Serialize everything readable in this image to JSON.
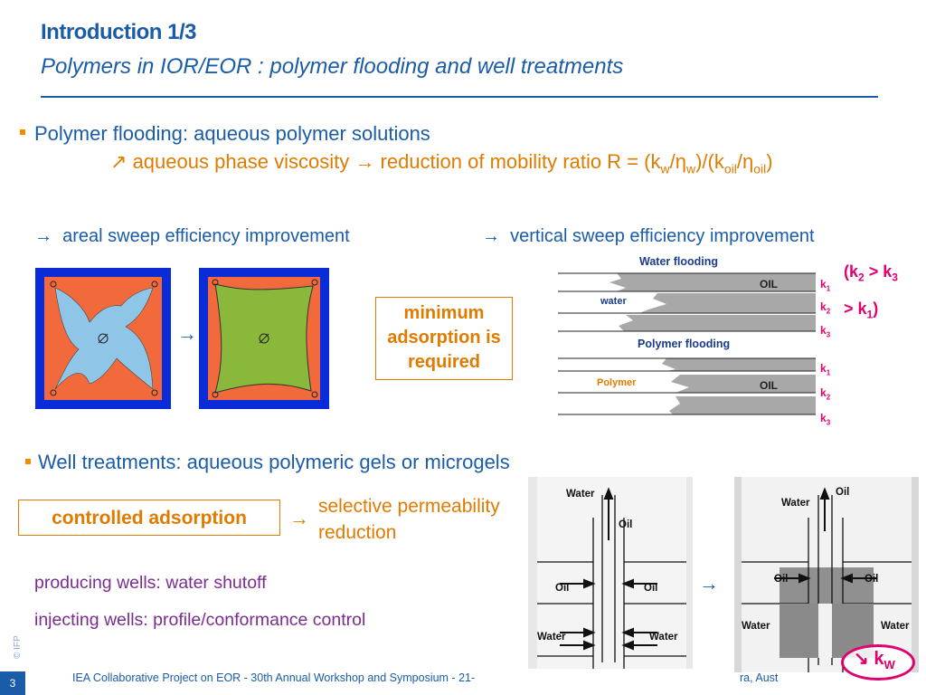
{
  "title": "Introduction 1/3",
  "subtitle": "Polymers in IOR/EOR : polymer flooding and well treatments",
  "section1": {
    "bullet": "Polymer flooding: aqueous polymer solutions",
    "line2_arrow": "↗",
    "line2_a": "aqueous phase viscosity",
    "line2_arrow2": "→",
    "line2_b": "reduction of mobility ratio R = (k",
    "sub_w": "w",
    "slash_eta": "/η",
    "sub_w2": "w",
    "mid": ")/(k",
    "sub_oil": "oil",
    "slash_eta2": "/η",
    "sub_oil2": "oil",
    "close": ")"
  },
  "sweep": {
    "areal": "areal sweep efficiency improvement",
    "vertical": "vertical sweep efficiency improvement",
    "arrow": "→"
  },
  "min_adsorption": "minimum adsorption is required",
  "kcond": {
    "a": "(k",
    "s2": "2",
    "b": " > k",
    "s3": "3",
    "c": "> k",
    "s1": "1",
    "d": ")"
  },
  "flood_diagram": {
    "water_flooding": "Water flooding",
    "polymer_flooding": "Polymer flooding",
    "oil": "OIL",
    "water": "water",
    "polymer": "Polymer",
    "k1": "k",
    "k2": "k",
    "k3": "k",
    "n1": "1",
    "n2": "2",
    "n3": "3"
  },
  "section2": {
    "bullet": "Well treatments: aqueous polymeric gels or microgels",
    "controlled": "controlled adsorption",
    "arrow": "→",
    "selective": "selective permeability reduction",
    "producing": "producing wells: water shutoff",
    "injecting": "injecting wells: profile/conformance control"
  },
  "well_diagram": {
    "water": "Water",
    "oil": "Oil"
  },
  "kw": {
    "arrow": "↘",
    "k": "k",
    "sub": "W"
  },
  "footer": {
    "page": "3",
    "text": "IEA Collaborative Project on EOR - 30th Annual Workshop and Symposium - 21-",
    "text_end": "ra, Aust",
    "copyright": "© IFP"
  },
  "colors": {
    "accent": "#1a5ca8",
    "orange": "#e07b00",
    "magenta": "#e0006e",
    "purple": "#7a2d8f"
  }
}
